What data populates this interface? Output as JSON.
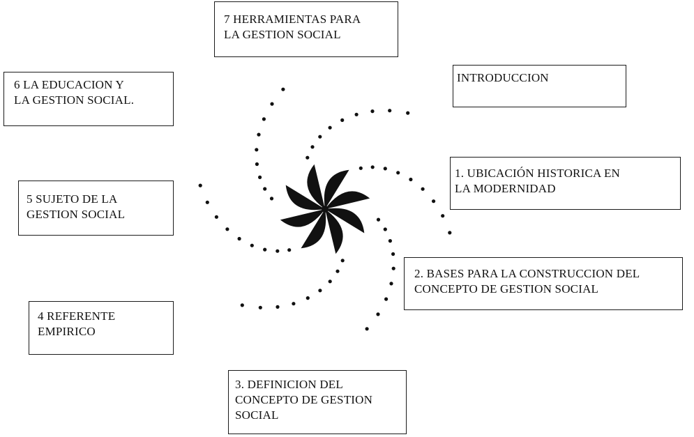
{
  "diagram": {
    "boxes": {
      "herramientas": "7  HERRAMIENTAS PARA\nLA GESTION SOCIAL",
      "educacion": "6  LA EDUCACION  Y\nLA GESTION SOCIAL.",
      "introduccion": "INTRODUCCION",
      "ubicacion": "1. UBICACIÓN HISTORICA EN\nLA MODERNIDAD",
      "sujeto": "5  SUJETO DE LA\nGESTION SOCIAL",
      "bases": "2. BASES PARA LA CONSTRUCCION DEL\nCONCEPTO DE GESTION SOCIAL",
      "referente": "4  REFERENTE\nEMPIRICO",
      "definicion": "3. DEFINICION DEL\nCONCEPTO DE GESTION\nSOCIAL"
    },
    "colors": {
      "ink": "#111111",
      "border": "#1a1a1a",
      "background": "#ffffff"
    },
    "icons": {
      "center": "spiral-pinwheel-logo"
    }
  }
}
